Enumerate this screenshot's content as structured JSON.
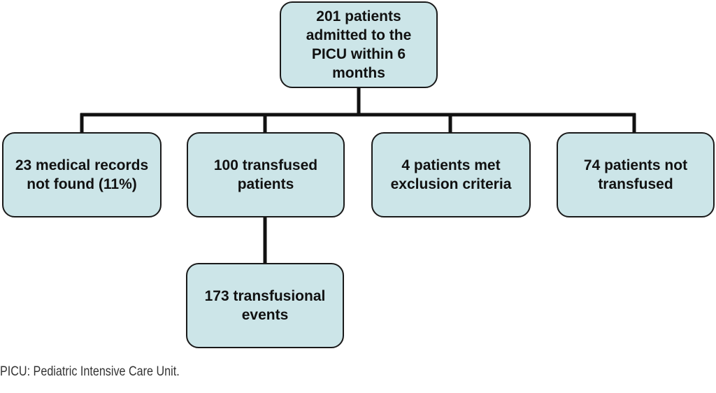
{
  "diagram": {
    "root": "201 patients admitted to the PICU within 6 months",
    "branches": [
      "23 medical records not found (11%)",
      "100 transfused patients",
      "4 patients met exclusion criteria",
      "74 patients not transfused"
    ],
    "sub_node": "173 transfusional events",
    "footnote": "PICU: Pediatric Intensive Care Unit.",
    "colors": {
      "box_fill": "#cce5e8",
      "box_border": "#1a1a1a",
      "connector": "#111111"
    }
  }
}
